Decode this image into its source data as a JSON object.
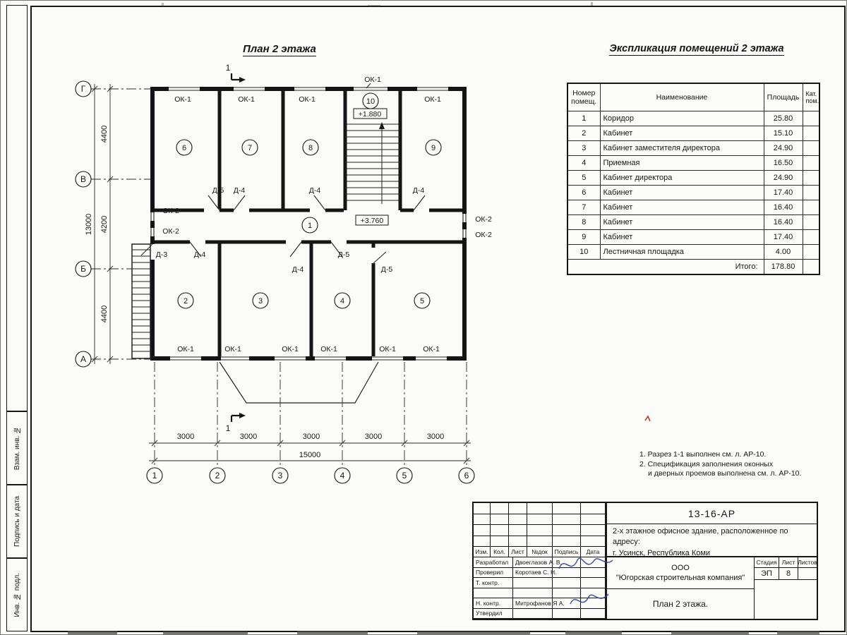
{
  "titles": {
    "plan": "План 2 этажа",
    "table": "Экспликация помещений 2 этажа"
  },
  "axes": {
    "rows": [
      "Г",
      "В",
      "Б",
      "А"
    ],
    "cols": [
      "1",
      "2",
      "3",
      "4",
      "5",
      "6"
    ]
  },
  "dims": {
    "left": [
      "4400",
      "4200",
      "4400"
    ],
    "left_total": "13000",
    "bottom": [
      "3000",
      "3000",
      "3000",
      "3000",
      "3000"
    ],
    "bottom_total": "15000"
  },
  "marks": {
    "ok1": "ОК-1",
    "ok2": "ОК-2",
    "d3": "Д-3",
    "d4": "Д-4",
    "d5": "Д-5",
    "elev_stair": "+1.880",
    "elev_floor": "+3.760",
    "section": "1"
  },
  "rooms": [
    "1",
    "2",
    "3",
    "4",
    "5",
    "6",
    "7",
    "8",
    "9",
    "10"
  ],
  "schedule": {
    "headers": {
      "num": "Номер помещ.",
      "name": "Наименование",
      "area": "Площадь",
      "cat": "Кат. пом."
    },
    "rows": [
      {
        "num": "1",
        "name": "Коридор",
        "area": "25.80"
      },
      {
        "num": "2",
        "name": "Кабинет",
        "area": "15.10"
      },
      {
        "num": "3",
        "name": "Кабинет заместителя директора",
        "area": "24.90"
      },
      {
        "num": "4",
        "name": "Приемная",
        "area": "16.50"
      },
      {
        "num": "5",
        "name": "Кабинет директора",
        "area": "24.90"
      },
      {
        "num": "6",
        "name": "Кабинет",
        "area": "17.40"
      },
      {
        "num": "7",
        "name": "Кабинет",
        "area": "16.40"
      },
      {
        "num": "8",
        "name": "Кабинет",
        "area": "16.40"
      },
      {
        "num": "9",
        "name": "Кабинет",
        "area": "17.40"
      },
      {
        "num": "10",
        "name": "Лестничная площадка",
        "area": "4.00"
      }
    ],
    "total_label": "Итого:",
    "total": "178.80"
  },
  "notes": {
    "line1": "1. Разрез 1-1 выполнен см. л. АР-10.",
    "line2": "2. Спецификация заполнения оконных",
    "line3": "и дверных проемов выполнена см. л. АР-10."
  },
  "titleblock": {
    "doc": "13-16-АР",
    "desc1": "2-х этажное офисное здание, расположенное по адресу:",
    "desc2": "г. Усинск, Республика Коми",
    "header": {
      "izm": "Изм.",
      "kol": "Кол.",
      "list": "Лист",
      "ndok": "№док",
      "podpis": "Подпись",
      "data": "Дата"
    },
    "rows": [
      {
        "role": "Разработал",
        "name": "Двоеглазов А. В."
      },
      {
        "role": "Проверил",
        "name": "Коротаев С. Н."
      },
      {
        "role": "Т. контр.",
        "name": ""
      },
      {
        "role": "",
        "name": ""
      },
      {
        "role": "Н. контр.",
        "name": "Митрофанов Я А."
      },
      {
        "role": "Утвердил",
        "name": ""
      }
    ],
    "org1": "ООО",
    "org2": "\"Югорская строительная компания\"",
    "sheet_title": "План 2 этажа.",
    "stage_label": "Стадия",
    "list_label": "Лист",
    "listov_label": "Листов",
    "stage": "ЭП",
    "list": "8"
  },
  "stamps": {
    "top": "Взам. инв. №",
    "middle": "Подпись и дата",
    "bottom": "Инв. № подл."
  },
  "colors": {
    "ink": "#161616",
    "signature": "#2a3f9e",
    "redmark": "#c0392b"
  }
}
